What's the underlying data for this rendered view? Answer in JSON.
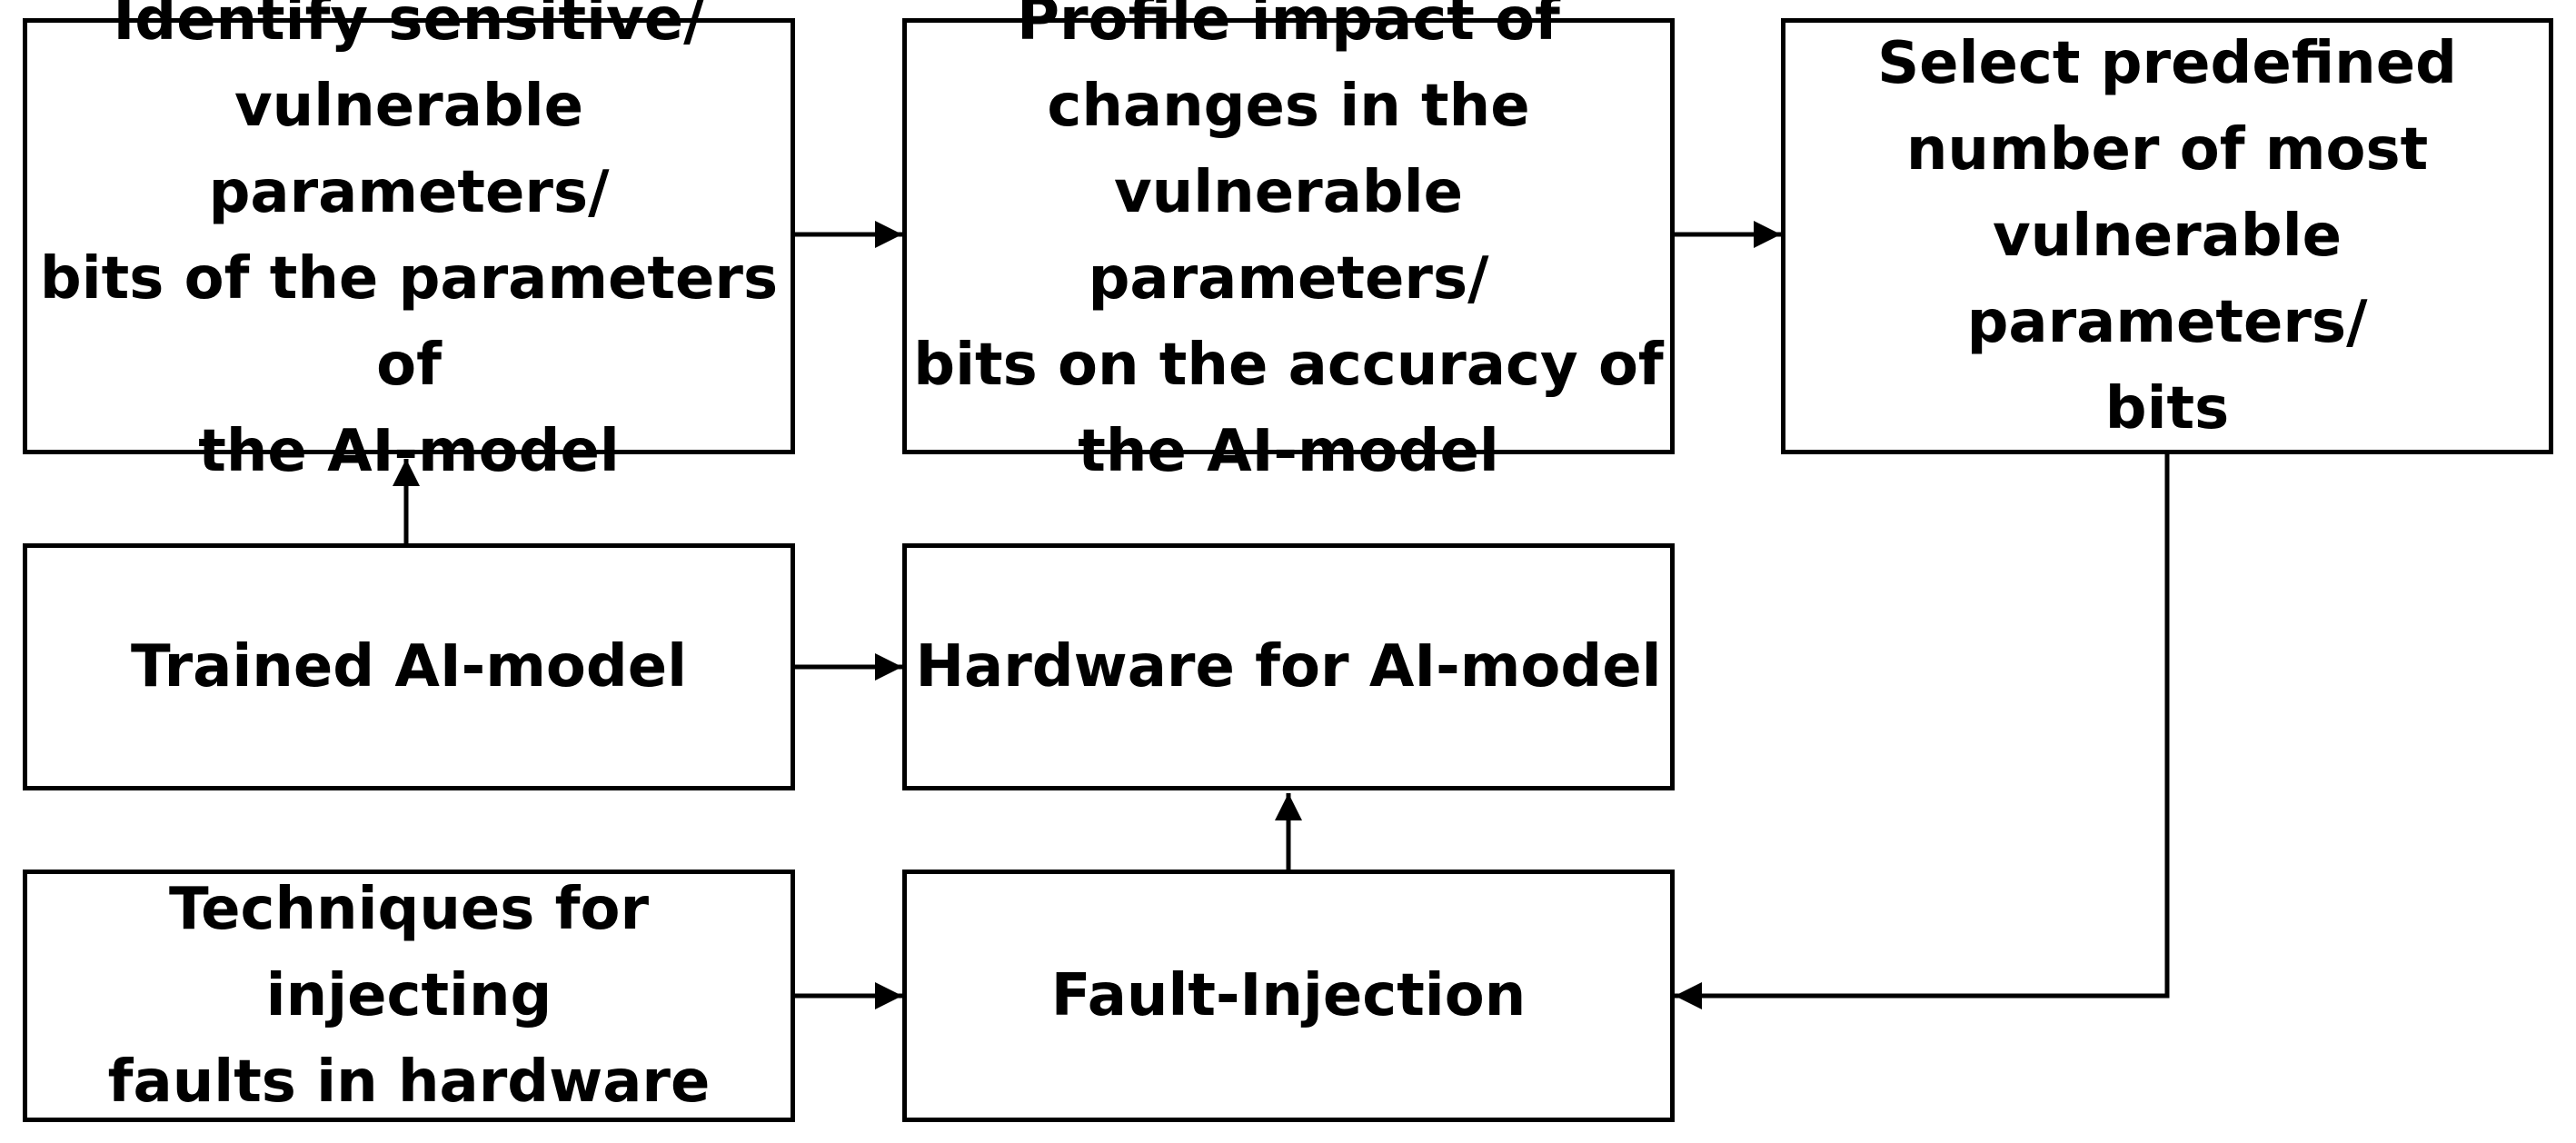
{
  "diagram": {
    "nodes": {
      "identify": {
        "text": "Identify sensitive/\nvulnerable parameters/\nbits of the parameters of\nthe AI-model"
      },
      "profile": {
        "text": "Profile impact of\nchanges in the\nvulnerable parameters/\nbits on the accuracy of\nthe AI-model"
      },
      "select": {
        "text": "Select predefined\nnumber of most\nvulnerable parameters/\nbits"
      },
      "trained": {
        "text": "Trained AI-model"
      },
      "hardware": {
        "text": "Hardware for AI-model"
      },
      "techniques": {
        "text": "Techniques for injecting\nfaults in hardware"
      },
      "fault": {
        "text": "Fault-Injection"
      }
    },
    "edges": [
      {
        "from": "identify",
        "to": "profile"
      },
      {
        "from": "profile",
        "to": "select"
      },
      {
        "from": "trained",
        "to": "identify"
      },
      {
        "from": "trained",
        "to": "hardware"
      },
      {
        "from": "fault",
        "to": "hardware"
      },
      {
        "from": "techniques",
        "to": "fault"
      },
      {
        "from": "select",
        "to": "fault"
      }
    ]
  }
}
